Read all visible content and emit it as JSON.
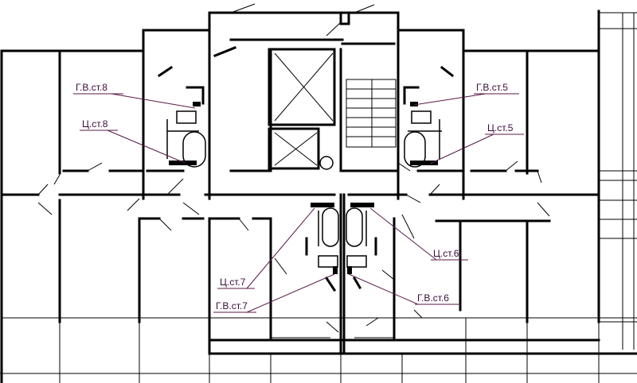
{
  "accent": "#5a1a4a",
  "labels": {
    "gv8": "Г.В.ст.8",
    "c8": "Ц.ст.8",
    "gv5": "Г.В.ст.5",
    "c5": "Ц.ст.5",
    "c6": "Ц.ст.6",
    "c7": "Ц.ст.7",
    "gv7": "Г.В.ст.7",
    "gv6": "Г.В.ст.6"
  }
}
